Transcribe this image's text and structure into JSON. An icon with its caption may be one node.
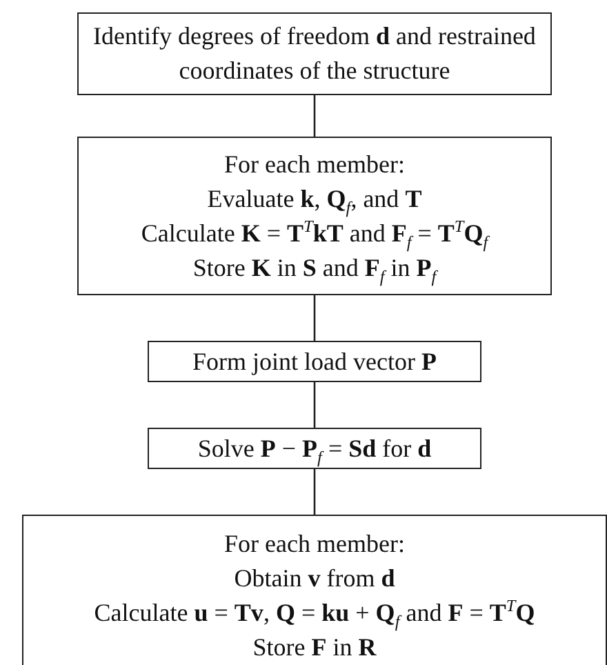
{
  "diagram": {
    "nodes": [
      {
        "text": [
          "Identify degrees of freedom **d** and restrained coordinates of the structure"
        ]
      },
      {
        "text": [
          "For each member:",
          "Evaluate **k**, **Q**$_{f}$, and **T**",
          "Calculate **K** = **T**$^{T}$**kT** and **F**$_{f}$ = **T**$^{T}$**Q**$_{f}$",
          "Store **K** in **S** and **F**$_{f}$ in **P**$_{f}$"
        ]
      },
      {
        "text": [
          "Form joint load vector **P**"
        ]
      },
      {
        "text": [
          "Solve **P** − **P**$_{f}$ = **Sd** for **d**"
        ]
      },
      {
        "text": [
          "For each member:",
          "Obtain **v** from **d**",
          "Calculate **u** = **Tv**, **Q** = **ku** + **Q**$_{f}$ and **F** = **T**$^{T}$**Q**",
          "Store **F** in **R**"
        ]
      }
    ],
    "edges": [
      {
        "from": 0,
        "to": 1,
        "arrow": "none"
      },
      {
        "from": 1,
        "to": 2,
        "arrow": "none"
      },
      {
        "from": 2,
        "to": 3,
        "arrow": "none"
      },
      {
        "from": 3,
        "to": 4,
        "arrow": "none"
      }
    ]
  }
}
